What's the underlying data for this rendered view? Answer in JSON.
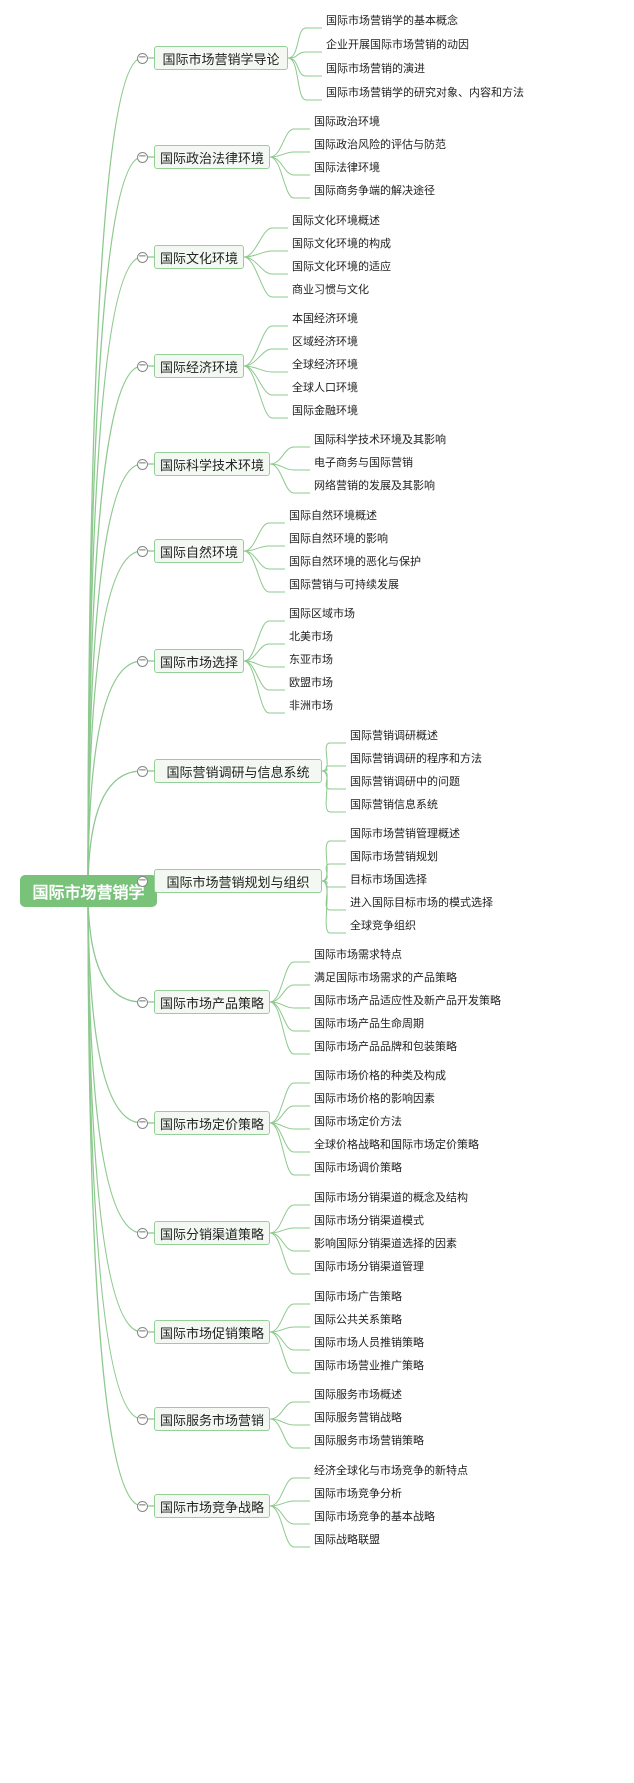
{
  "root": "国际市场营销学",
  "topics": [
    {
      "label": "国际市场营销学导论",
      "children": [
        "国际市场营销学的基本概念",
        "企业开展国际市场营销的动因",
        "国际市场营销的演进",
        "国际市场营销学的研究对象、内容和方法"
      ]
    },
    {
      "label": "国际政治法律环境",
      "children": [
        "国际政治环境",
        "国际政治风险的评估与防范",
        "国际法律环境",
        "国际商务争端的解决途径"
      ]
    },
    {
      "label": "国际文化环境",
      "children": [
        "国际文化环境概述",
        "国际文化环境的构成",
        "国际文化环境的适应",
        "商业习惯与文化"
      ]
    },
    {
      "label": "国际经济环境",
      "children": [
        "本国经济环境",
        "区域经济环境",
        "全球经济环境",
        "全球人口环境",
        "国际金融环境"
      ]
    },
    {
      "label": "国际科学技术环境",
      "children": [
        "国际科学技术环境及其影响",
        "电子商务与国际营销",
        "网络营销的发展及其影响"
      ]
    },
    {
      "label": "国际自然环境",
      "children": [
        "国际自然环境概述",
        "国际自然环境的影响",
        "国际自然环境的恶化与保护",
        "国际营销与可持续发展"
      ]
    },
    {
      "label": "国际市场选择",
      "children": [
        "国际区域市场",
        "北美市场",
        "东亚市场",
        "欧盟市场",
        "非洲市场"
      ]
    },
    {
      "label": "国际营销调研与信息系统",
      "children": [
        "国际营销调研概述",
        "国际营销调研的程序和方法",
        "国际营销调研中的问题",
        "国际营销信息系统"
      ]
    },
    {
      "label": "国际市场营销规划与组织",
      "children": [
        "国际市场营销管理概述",
        "国际市场营销规划",
        "目标市场国选择",
        "进入国际目标市场的模式选择",
        "全球竞争组织"
      ]
    },
    {
      "label": "国际市场产品策略",
      "children": [
        "国际市场需求特点",
        "满足国际市场需求的产品策略",
        "国际市场产品适应性及新产品开发策略",
        "国际市场产品生命周期",
        "国际市场产品品牌和包装策略"
      ]
    },
    {
      "label": "国际市场定价策略",
      "children": [
        "国际市场价格的种类及构成",
        "国际市场价格的影响因素",
        "国际市场定价方法",
        "全球价格战略和国际市场定价策略",
        "国际市场调价策略"
      ]
    },
    {
      "label": "国际分销渠道策略",
      "children": [
        "国际市场分销渠道的概念及结构",
        "国际市场分销渠道模式",
        "影响国际分销渠道选择的因素",
        "国际市场分销渠道管理"
      ]
    },
    {
      "label": "国际市场促销策略",
      "children": [
        "国际市场广告策略",
        "国际公共关系策略",
        "国际市场人员推销策略",
        "国际市场营业推广策略"
      ]
    },
    {
      "label": "国际服务市场营销",
      "children": [
        "国际服务市场概述",
        "国际服务营销战略",
        "国际服务市场营销策略"
      ]
    },
    {
      "label": "国际市场竞争战略",
      "children": [
        "经济全球化与市场竞争的新特点",
        "国际市场竞争分析",
        "国际市场竞争的基本战略",
        "国际战略联盟"
      ]
    }
  ]
}
